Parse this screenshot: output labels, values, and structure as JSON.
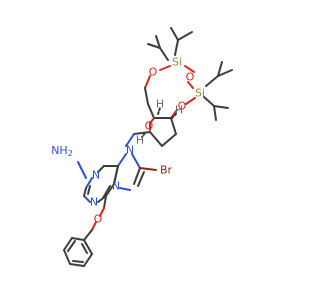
{
  "atoms": {
    "si1": "Si",
    "si2": "Si",
    "o_si_top_left": "O",
    "o_si_middle": "O",
    "o_si_right": "O",
    "o_ring": "O",
    "n9": "N",
    "n7": "N",
    "n3": "N",
    "n1": "N",
    "nh2": "NH",
    "nh2_sub": "2",
    "br": "Br",
    "o_benzyl": "O",
    "h_top": "H",
    "h_mid": "H",
    "h_bottom": "H"
  },
  "colors": {
    "bond": "#3d3d3d",
    "oxygen": "#e0251c",
    "nitrogen": "#2b50d8",
    "silicon": "#a0862d",
    "bromine": "#8c2a0e"
  }
}
